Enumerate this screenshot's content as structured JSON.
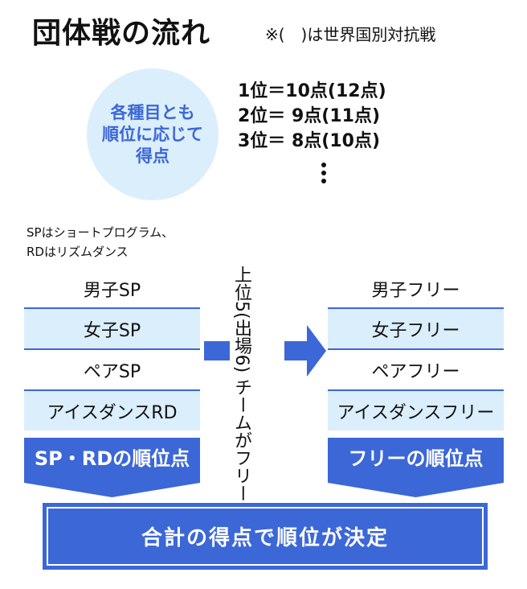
{
  "header": {
    "title": "団体戦の流れ",
    "note": "※(　)は世界国別対抗戦"
  },
  "scoring": {
    "circle_text": "各種目とも\n順位に応じて\n得点",
    "rows": [
      "1位＝10点(12点)",
      "2位＝ 9点(11点)",
      "3位＝ 8点(10点)"
    ],
    "continuation_icon": "vertical-ellipsis"
  },
  "legend": {
    "line1": "SPはショートプログラム、",
    "line2": "RDはリズムダンス"
  },
  "short_program": {
    "items": [
      "男子SP",
      "女子SP",
      "ペアSP",
      "アイスダンスRD"
    ],
    "result_label": "SP・RDの順位点"
  },
  "transition": {
    "line1": "上位5(出場6)",
    "line2": "チームがフリーへ",
    "arrow_icon": "arrow-right"
  },
  "free_skating": {
    "items": [
      "男子フリー",
      "女子フリー",
      "ペアフリー",
      "アイスダンスフリー"
    ],
    "result_label": "フリーの順位点"
  },
  "final": {
    "label": "合計の得点で順位が決定"
  },
  "colors": {
    "accent_blue": "#3c67d6",
    "light_blue": "#dbeefc",
    "text": "#111111"
  }
}
